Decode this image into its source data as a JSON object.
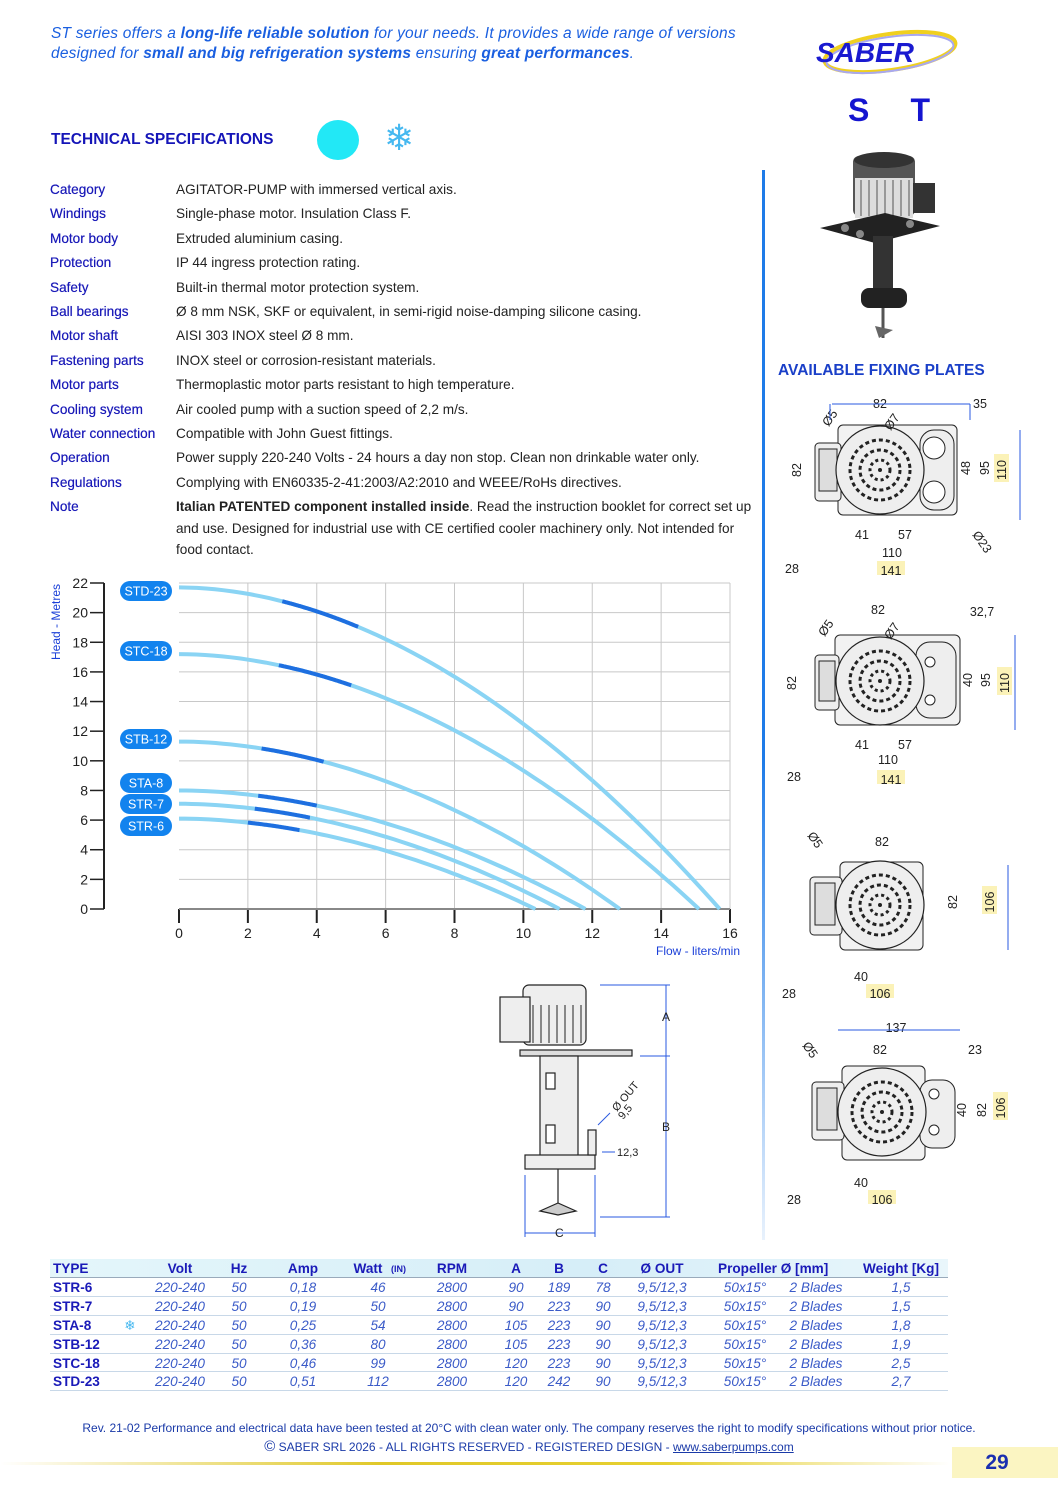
{
  "intro": {
    "p1": "ST series offers a ",
    "b1": "long-life reliable solution",
    "p2": " for your needs. It provides a wide range of versions designed for ",
    "b2": "small and big refrigeration systems",
    "p3": " ensuring ",
    "b3": "great performances",
    "p4": "."
  },
  "brand": {
    "logo": "SABER",
    "series": "ST"
  },
  "tech_title": "TECHNICAL SPECIFICATIONS",
  "icons": {
    "snowflake": "❄"
  },
  "specs": [
    {
      "k": "Category",
      "v": "AGITATOR-PUMP with immersed vertical axis."
    },
    {
      "k": "Windings",
      "v": "Single-phase motor. Insulation Class F."
    },
    {
      "k": "Motor body",
      "v": "Extruded aluminium casing."
    },
    {
      "k": "Protection",
      "v": "IP 44 ingress protection rating."
    },
    {
      "k": "Safety",
      "v": "Built-in thermal motor protection system."
    },
    {
      "k": "Ball bearings",
      "v": "Ø 8 mm NSK, SKF or equivalent, in semi-rigid noise-damping silicone casing."
    },
    {
      "k": "Motor shaft",
      "v": "AISI 303 INOX steel Ø 8 mm."
    },
    {
      "k": "Fastening parts",
      "v": "INOX steel or corrosion-resistant materials."
    },
    {
      "k": "Motor parts",
      "v": "Thermoplastic motor parts resistant to high temperature."
    },
    {
      "k": "Cooling system",
      "v": "Air cooled pump with a suction speed of 2,2 m/s."
    },
    {
      "k": "Water connection",
      "v": "Compatible with John Guest fittings."
    },
    {
      "k": "Operation",
      "v": "Power supply 220-240 Volts  - 24 hours a day non stop. Clean non drinkable water only."
    },
    {
      "k": "Regulations",
      "v": "Complying with EN60335-2-41:2003/A2:2010 and WEEE/RoHs directives."
    }
  ],
  "note": {
    "k": "Note",
    "bold": "Italian PATENTED component installed inside",
    "rest": ". Read the instruction booklet for  correct set up and use. Designed for industrial use with CE certified cooler machinery only. Not intended for food contact."
  },
  "chart_data": {
    "type": "line",
    "xlabel": "Flow - liters/min",
    "ylabel": "Head - Metres",
    "xlim": [
      0,
      16
    ],
    "ylim": [
      0,
      22
    ],
    "xticks": [
      0,
      2,
      4,
      6,
      8,
      10,
      12,
      14,
      16
    ],
    "yticks": [
      0,
      2,
      4,
      6,
      8,
      10,
      12,
      14,
      16,
      18,
      20,
      22
    ],
    "grid": true,
    "series": [
      {
        "name": "STD-23",
        "shutoff_head": 21.7,
        "max_flow": 15.7,
        "best_range": [
          3,
          5.2
        ]
      },
      {
        "name": "STC-18",
        "shutoff_head": 17.2,
        "max_flow": 15.1,
        "best_range": [
          2.9,
          5
        ]
      },
      {
        "name": "STB-12",
        "shutoff_head": 11.3,
        "max_flow": 12.8,
        "best_range": [
          2.4,
          4.2
        ]
      },
      {
        "name": "STA-8",
        "shutoff_head": 8.0,
        "max_flow": 11.8,
        "best_range": [
          2.3,
          4
        ]
      },
      {
        "name": "STR-7",
        "shutoff_head": 7.1,
        "max_flow": 11.05,
        "best_range": [
          2.2,
          3.8
        ]
      },
      {
        "name": "STR-6",
        "shutoff_head": 6.1,
        "max_flow": 10.35,
        "best_range": [
          2,
          3.5
        ]
      }
    ],
    "colors": {
      "curve": "#8ad4f4",
      "best": "#1e6fe0",
      "label": "#1283ee"
    }
  },
  "dims": {
    "A": "A",
    "B": "B",
    "C": "C",
    "out": "Ø OUT",
    "out1": "9,5",
    "out2": "12,3"
  },
  "fixing": {
    "title": "AVAILABLE FIXING PLATES",
    "p1": {
      "w82": "82",
      "r35": "35",
      "d5": "Ø5",
      "d7": "Ø7",
      "h82": "82",
      "h48": "48",
      "h95": "95",
      "h110": "110",
      "w41": "41",
      "w57": "57",
      "w110": "110",
      "d23": "Ø23",
      "w28": "28",
      "w141": "141"
    },
    "p2": {
      "w82": "82",
      "r327": "32,7",
      "d5": "Ø5",
      "d7": "Ø7",
      "h82": "82",
      "h40": "40",
      "h95": "95",
      "h110": "110",
      "w41": "41",
      "w57": "57",
      "w110": "110",
      "w28": "28",
      "w141": "141"
    },
    "p3": {
      "d5": "Ø5",
      "w82": "82",
      "h82": "82",
      "h106": "106",
      "w40": "40",
      "w28": "28",
      "w106": "106"
    },
    "p4": {
      "w137": "137",
      "d5": "Ø5",
      "w82": "82",
      "r23": "23",
      "h40": "40",
      "h82": "82",
      "h106": "106",
      "w40": "40",
      "w28": "28",
      "w106": "106"
    }
  },
  "table": {
    "headers": [
      "TYPE",
      "Volt",
      "Hz",
      "Amp",
      "Watt",
      "(IN)",
      "RPM",
      "A",
      "B",
      "C",
      "Ø OUT",
      "Propeller Ø [mm]",
      "Weight [Kg]"
    ],
    "rows": [
      [
        "STR-6",
        "",
        "220-240",
        "50",
        "0,18",
        "46",
        "2800",
        "90",
        "189",
        "78",
        "9,5/12,3",
        "50x15°",
        "2 Blades",
        "1,5"
      ],
      [
        "STR-7",
        "",
        "220-240",
        "50",
        "0,19",
        "50",
        "2800",
        "90",
        "223",
        "90",
        "9,5/12,3",
        "50x15°",
        "2 Blades",
        "1,5"
      ],
      [
        "STA-8",
        "❄",
        "220-240",
        "50",
        "0,25",
        "54",
        "2800",
        "105",
        "223",
        "90",
        "9,5/12,3",
        "50x15°",
        "2 Blades",
        "1,8"
      ],
      [
        "STB-12",
        "",
        "220-240",
        "50",
        "0,36",
        "80",
        "2800",
        "105",
        "223",
        "90",
        "9,5/12,3",
        "50x15°",
        "2 Blades",
        "1,9"
      ],
      [
        "STC-18",
        "",
        "220-240",
        "50",
        "0,46",
        "99",
        "2800",
        "120",
        "223",
        "90",
        "9,5/12,3",
        "50x15°",
        "2 Blades",
        "2,5"
      ],
      [
        "STD-23",
        "",
        "220-240",
        "50",
        "0,51",
        "112",
        "2800",
        "120",
        "242",
        "90",
        "9,5/12,3",
        "50x15°",
        "2 Blades",
        "2,7"
      ]
    ]
  },
  "footer": {
    "rev": "Rev. 21-02   Performance and electrical data have been tested at 20°C with clean water only. The company reserves the right to modify specifications without prior notice.",
    "copy_symbol": "©",
    "copy": "  SABER SRL 2026 - ALL RIGHTS RESERVED - REGISTERED DESIGN - ",
    "link": "www.saberpumps.com",
    "page": "29"
  }
}
